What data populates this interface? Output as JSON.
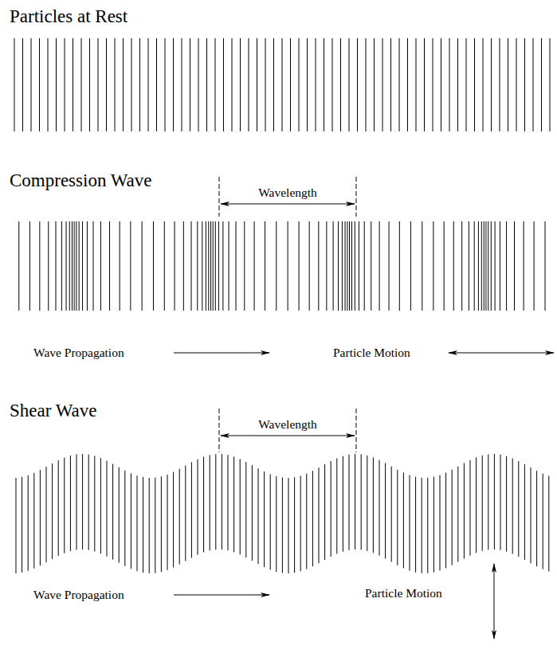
{
  "diagram": {
    "labels": [
      "Particles at Rest",
      "Compression Wave",
      "Wavelength",
      "Wave Propagation",
      "Particle Motion",
      "Shear Wave",
      "Wavelength",
      "Wave Propagation",
      "Particle Motion"
    ]
  }
}
